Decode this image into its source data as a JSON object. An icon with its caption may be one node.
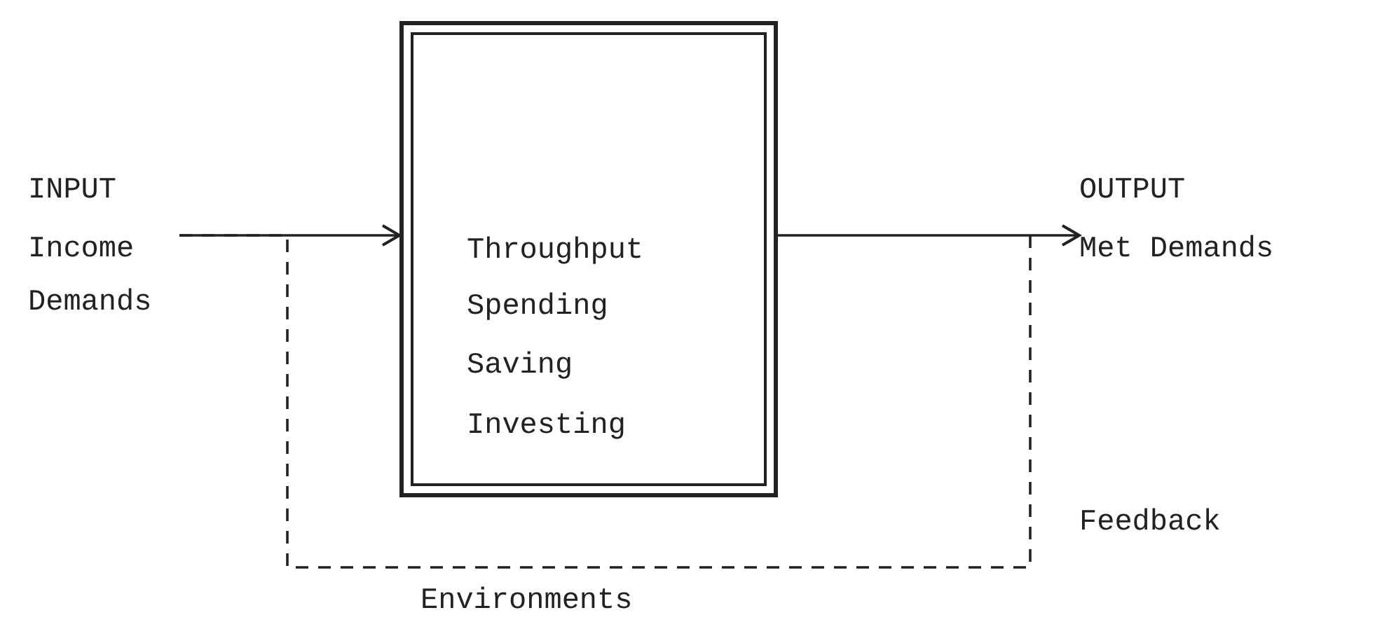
{
  "diagram": {
    "nodes": [
      {
        "text": [
          "INPUT",
          "Income",
          "Demands"
        ]
      },
      {
        "text": [
          "Throughput",
          "Spending",
          "Saving",
          "Investing"
        ]
      },
      {
        "text": [
          "OUTPUT",
          "Met Demands"
        ]
      }
    ],
    "edges": [
      {
        "from": 0,
        "to": 1,
        "arrow": "to"
      },
      {
        "from": 1,
        "to": 2,
        "arrow": "to"
      },
      {
        "from": 2,
        "to": 0,
        "arrow": "none",
        "style": "dashed"
      }
    ],
    "labels": [
      "Feedback",
      "Environments"
    ]
  }
}
